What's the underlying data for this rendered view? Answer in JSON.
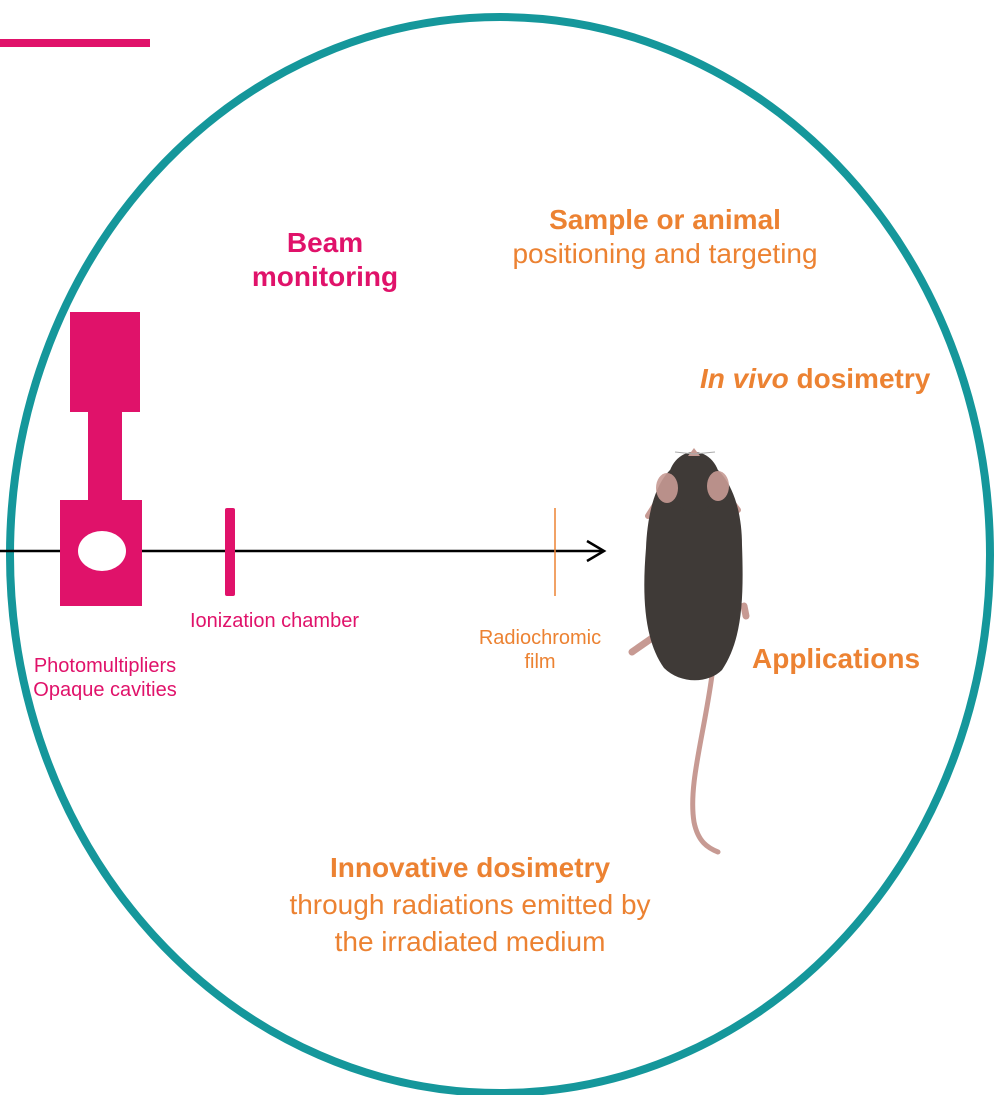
{
  "colors": {
    "pink": "#e0126a",
    "orange": "#ec8232",
    "teal": "#15979b",
    "mouse": "#3f3a37",
    "mouse_skin": "#c79a93",
    "arrow": "#000000"
  },
  "labels": {
    "beam_monitoring": [
      "Beam",
      "monitoring"
    ],
    "sample_title": "Sample or animal",
    "sample_subtitle": "positioning and targeting",
    "in_vivo_italic": "In vivo",
    "in_vivo_rest": " dosimetry",
    "applications": "Applications",
    "ionization_chamber": "Ionization chamber",
    "radiochromic_film": [
      "Radiochromic",
      "film"
    ],
    "photomultipliers": "Photomultipliers",
    "opaque_cavities": "Opaque cavities",
    "innovative_title": "Innovative dosimetry",
    "innovative_lines": [
      "through radiations emitted by",
      "the irradiated medium"
    ]
  },
  "icons": [
    "photomultiplier-icon",
    "ionization-chamber-icon",
    "radiochromic-film-icon",
    "beam-arrow-icon",
    "mouse-icon"
  ]
}
